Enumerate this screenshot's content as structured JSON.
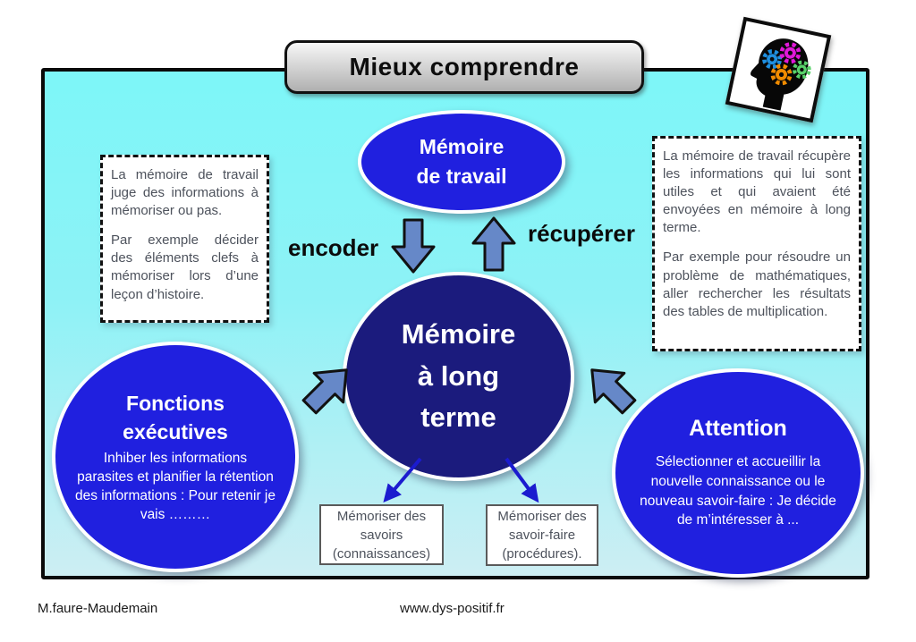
{
  "banner": {
    "label": "Mieux comprendre"
  },
  "header_icon": {
    "name": "head-with-gears",
    "gear_colors": {
      "blue": "#1f8fe0",
      "magenta": "#e018d8",
      "orange": "#f08b00",
      "green": "#58d26a"
    }
  },
  "notes": {
    "left": {
      "p1": "La mémoire de travail juge des informations à mémoriser ou pas.",
      "p2": "Par exemple décider des éléments clefs à mémoriser lors d’une leçon d’histoire."
    },
    "right": {
      "p1": "La mémoire de travail récupère les informations qui lui sont utiles et qui avaient été envoyées en mémoire à long terme.",
      "p2": "Par exemple pour résoudre un problème de mathématiques, aller rechercher les résultats des tables de multiplication."
    }
  },
  "nodes": {
    "working_memory": {
      "title": "Mémoire\nde travail"
    },
    "long_term_memory": {
      "title": "Mémoire\nà long\nterme"
    },
    "executive_functions": {
      "title": "Fonctions\nexécutives",
      "body": "Inhiber les informations parasites et planifier la rétention des informations : Pour retenir je vais ………"
    },
    "attention": {
      "title": "Attention",
      "body": "Sélectionner et accueillir la nouvelle connaissance ou le nouveau savoir-faire : Je décide de m’intéresser à ..."
    }
  },
  "arrows": {
    "encode_label": "encoder",
    "retrieve_label": "récupérer"
  },
  "boxes": {
    "knowledge": {
      "label": "Mémoriser des savoirs (connaissances)"
    },
    "knowhow": {
      "label": "Mémoriser des savoir-faire (procédures)."
    }
  },
  "footer": {
    "author": "M.faure-Maudemain",
    "site": "www.dys-positif.fr"
  },
  "colors": {
    "panel_top": "#7df6f8",
    "panel_bottom": "#cdeef3",
    "node_blue": "#2020df",
    "node_navy": "#1b1b7d",
    "arrow_fill": "#6688c8",
    "thin_arrow": "#1b1bcf"
  }
}
